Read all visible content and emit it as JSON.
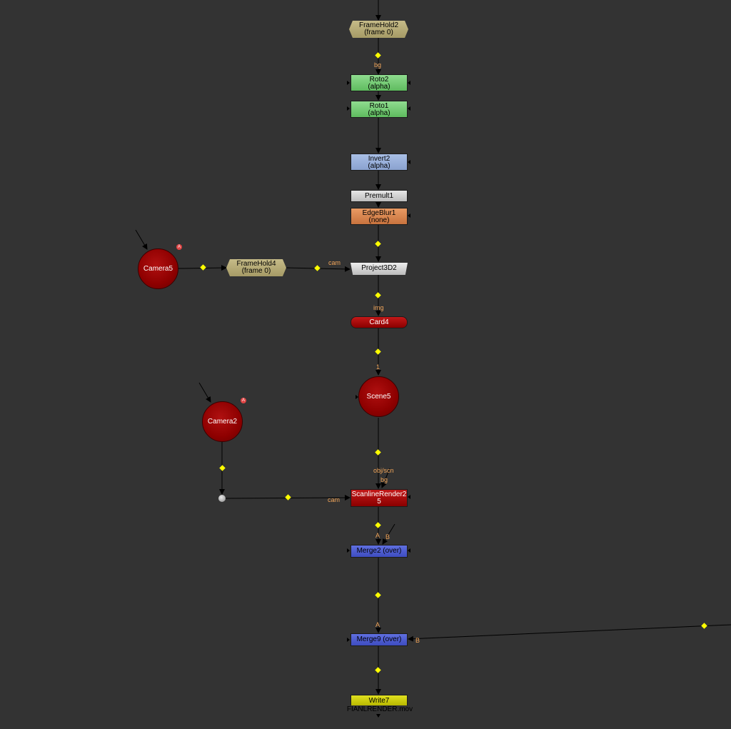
{
  "colors": {
    "background": "#333333",
    "pipe": "#000000",
    "handle": "#ffff00",
    "input_label": "#f2a65a"
  },
  "nodes": {
    "framehold2": {
      "name": "FrameHold2",
      "sub": "(frame 0)"
    },
    "roto2": {
      "name": "Roto2",
      "sub": "(alpha)"
    },
    "roto1": {
      "name": "Roto1",
      "sub": "(alpha)"
    },
    "invert2": {
      "name": "Invert2",
      "sub": "(alpha)"
    },
    "premult1": {
      "name": "Premult1"
    },
    "edgeblur1": {
      "name": "EdgeBlur1",
      "sub": "(none)"
    },
    "camera5": {
      "name": "Camera5",
      "badge": "A"
    },
    "framehold4": {
      "name": "FrameHold4",
      "sub": "(frame 0)"
    },
    "project3d2": {
      "name": "Project3D2"
    },
    "card4": {
      "name": "Card4"
    },
    "scene5": {
      "name": "Scene5"
    },
    "camera2": {
      "name": "Camera2",
      "badge": "A"
    },
    "scanlinerender2": {
      "name": "ScanlineRender2",
      "sub": "5"
    },
    "merge2": {
      "name": "Merge2 (over)"
    },
    "merge9": {
      "name": "Merge9 (over)"
    },
    "write7": {
      "name": "Write7",
      "sub": "FIANLRENDER.mov"
    }
  },
  "inputs": {
    "bg_roto": "bg",
    "cam_project": "cam",
    "img_card": "img",
    "one_scene": "1",
    "obj_scn": "obj/scn",
    "bg_scanline": "bg",
    "cam_scanline": "cam",
    "a_merge2": "A",
    "b_merge2": "B",
    "a_merge9": "A",
    "b_merge9": "B"
  }
}
